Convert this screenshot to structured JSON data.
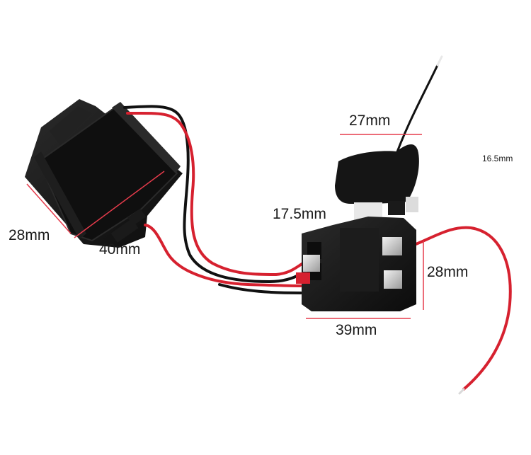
{
  "labels": {
    "battery_width": "28mm",
    "battery_length": "40mm",
    "trigger_width": "27mm",
    "trigger_height": "16.5mm",
    "body_offset": "17.5mm",
    "switch_height": "28mm",
    "switch_width": "39mm"
  },
  "colors": {
    "plastic": "#141414",
    "red_wire": "#d6212f",
    "black_wire": "#111111",
    "dimension_line": "#e53b4b",
    "terminal": "#d9d9d9"
  }
}
